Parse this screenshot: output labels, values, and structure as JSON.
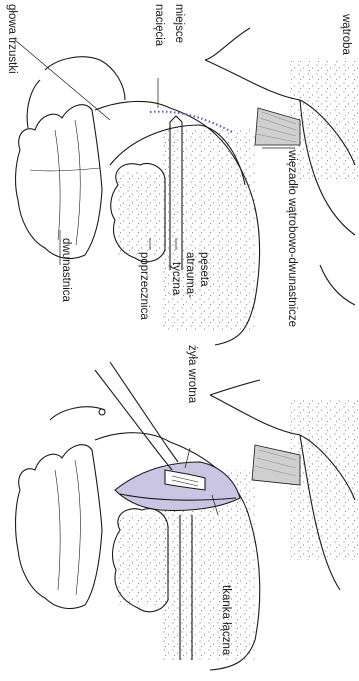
{
  "labels": {
    "watroba": "wątroba",
    "glowa_trzustki": "głowa trzustki",
    "miejsce": "miejsce",
    "naciecia": "nacięcia",
    "wiezadlo": "więzadło wątrobowo-dwunastnicze",
    "dwunastnica": "dwunastnica",
    "poprzecznica": "poprzecznica",
    "peseta": "pęseta",
    "atrauma": "atrauma-",
    "tyczna": "tyczna",
    "zyla_wrotna": "żyła wrotna",
    "tkanka_laczna": "tkanka łączna"
  },
  "colors": {
    "ink": "#1a1a1a",
    "highlight": "#c9c5e3",
    "ligament": "#cfcfcf",
    "incision_dots": "#4a5fc1"
  }
}
